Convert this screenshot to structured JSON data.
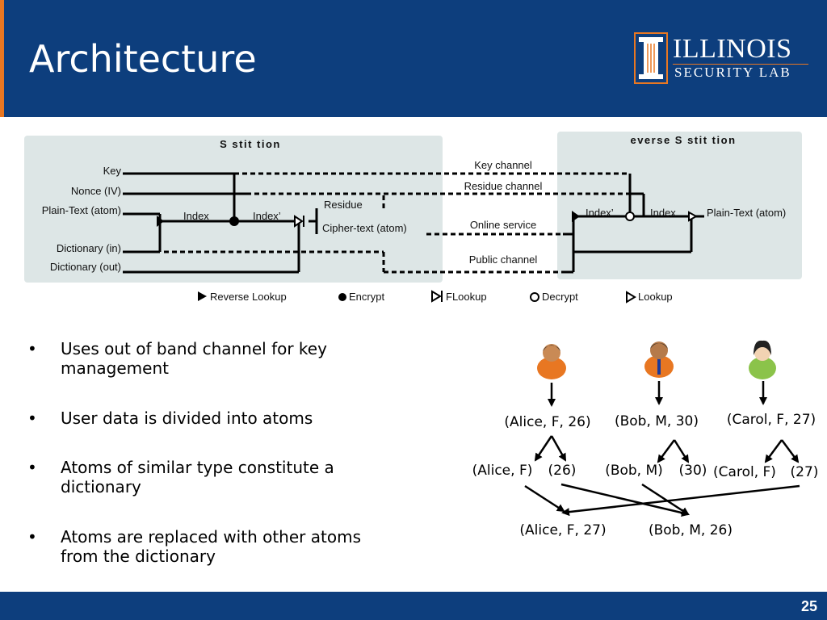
{
  "slide": {
    "title": "Architecture",
    "page_number": "25"
  },
  "logo": {
    "line1": "ILLINOIS",
    "line2": "SECURITY LAB"
  },
  "diagram": {
    "left_title": "S stit tion",
    "right_title": "everse S stit tion",
    "inputs": [
      "Key",
      "Nonce (IV)",
      "Plain-Text (atom)",
      "Dictionary (in)",
      "Dictionary (out)"
    ],
    "index1": "Index",
    "index2": "Index’",
    "residue": "Residue",
    "cipher": "Cipher-text (atom)",
    "channels": [
      "Key channel",
      "Residue channel",
      "Online service",
      "Public channel"
    ],
    "r_index1": "Index’",
    "r_index2": "Index",
    "r_output": "Plain-Text (atom)",
    "legend": [
      "Reverse Lookup",
      "Encrypt",
      "FLookup",
      "Decrypt",
      "Lookup"
    ]
  },
  "bullets": [
    "Uses out of band channel for key management",
    "User data is divided into atoms",
    "Atoms of similar type constitute a dictionary",
    "Atoms are replaced with other atoms from the dictionary"
  ],
  "bullet_glyph": "•",
  "example": {
    "records": [
      "(Alice, F, 26)",
      "(Bob, M, 30)",
      "(Carol, F, 27)"
    ],
    "atoms": [
      "(Alice, F)",
      "(26)",
      "(Bob, M)",
      "(30)",
      "(Carol, F)",
      "(27)"
    ],
    "results": [
      "(Alice, F, 27)",
      "(Bob, M, 26)"
    ]
  },
  "colors": {
    "header": "#0d3e7d",
    "accent": "#e87722",
    "panel": "#dde6e6"
  }
}
